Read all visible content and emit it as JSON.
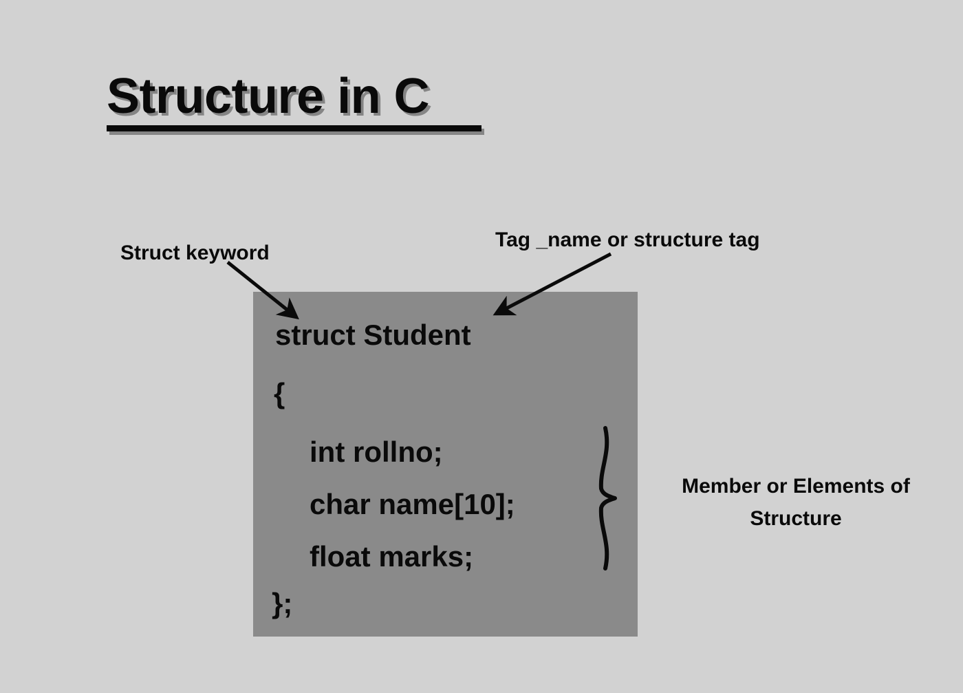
{
  "slide": {
    "background_color": "#d2d2d2",
    "title": "Structure in C",
    "title_underlined": true
  },
  "code_box": {
    "background_color": "#8a8a8a",
    "language": "C",
    "lines": [
      "struct Student",
      "{",
      "int rollno;",
      "char name[10];",
      "float marks;",
      "};"
    ],
    "line_struct": "struct Student",
    "line_open_brace": "{",
    "line_rollno": "int rollno;",
    "line_name": "char name[10];",
    "line_marks": "float marks;",
    "line_close_brace": "};"
  },
  "annotations": {
    "struct_keyword": "Struct keyword",
    "tag_name": "Tag _name or structure tag",
    "members": "Member or Elements of Structure",
    "members_line1": "Member or Elements of",
    "members_line2": "Structure"
  },
  "colors": {
    "background": "#d2d2d2",
    "code_box": "#8a8a8a",
    "text": "#0a0a0a",
    "title_shadow": "#787878"
  }
}
